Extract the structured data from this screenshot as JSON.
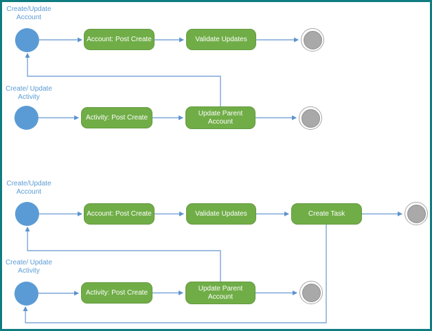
{
  "colors": {
    "frame": "#0F7C80",
    "start_node": "#5B9BD5",
    "task_node": "#70AD47",
    "task_border": "#64993F",
    "end_node_fill": "#A9A9A9",
    "end_node_ring": "#A6A6A6",
    "connector": "#7CA6D7",
    "connector_arrow": "#5B93CE",
    "label_text": "#5B9BD5",
    "task_text": "#FFFFFF"
  },
  "upper_diagram": {
    "account_trigger": {
      "line1": "Create/Update",
      "line2": "Account"
    },
    "activity_trigger": {
      "line1": "Create/ Update",
      "line2": "Activity"
    },
    "tasks": {
      "account_post_create": "Account: Post Create",
      "validate_updates": "Validate Updates",
      "activity_post_create": "Activity: Post Create",
      "update_parent_account": "Update Parent Account"
    }
  },
  "lower_diagram": {
    "account_trigger": {
      "line1": "Create/Update",
      "line2": "Account"
    },
    "activity_trigger": {
      "line1": "Create/ Update",
      "line2": "Activity"
    },
    "tasks": {
      "account_post_create": "Account: Post Create",
      "validate_updates": "Validate Updates",
      "create_task": "Create Task",
      "activity_post_create": "Activity: Post Create",
      "update_parent_account": "Update Parent Account"
    }
  }
}
